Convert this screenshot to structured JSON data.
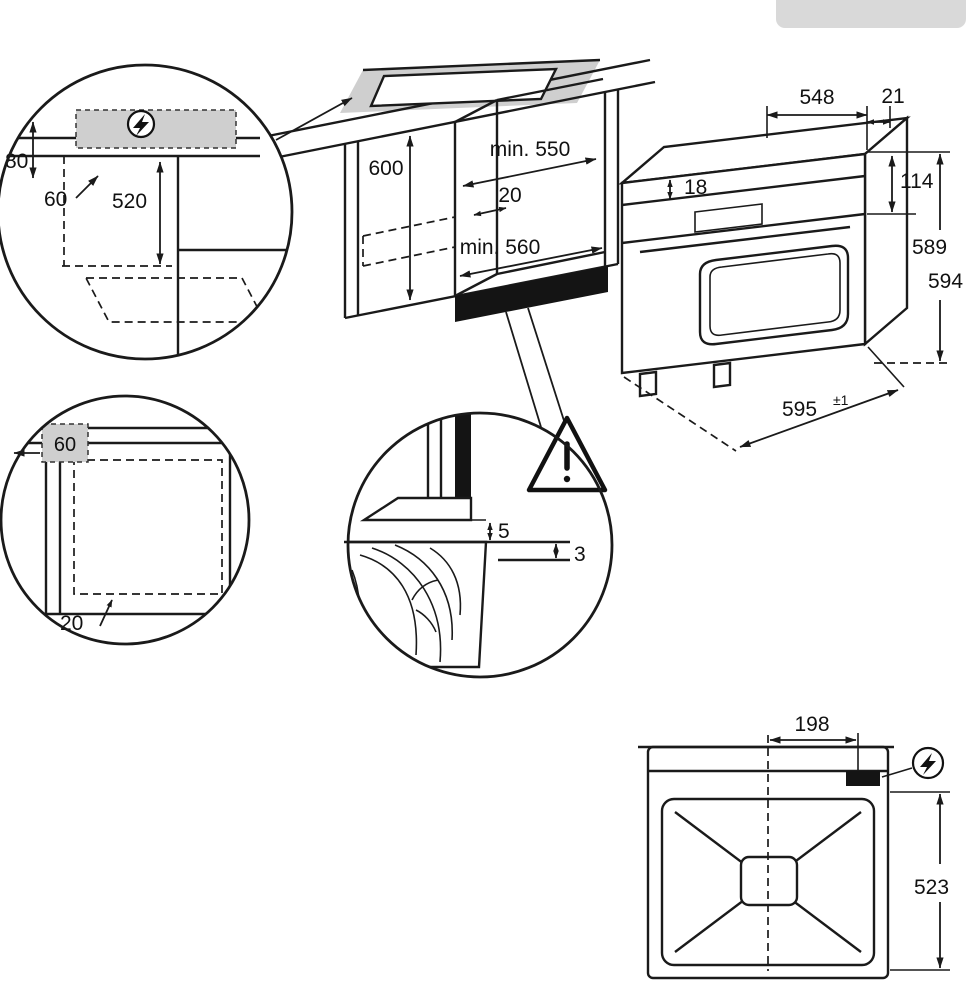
{
  "connection_detail": {
    "d80": "80",
    "d60": "60",
    "d520": "520"
  },
  "niche": {
    "d600": "600",
    "min550": "min. 550",
    "d20": "20",
    "min560": "min. 560"
  },
  "oven": {
    "d548": "548",
    "d21": "21",
    "d18": "18",
    "d114": "114",
    "d589": "589",
    "d594": "594",
    "d595": "595",
    "tol": "±1"
  },
  "base_detail": {
    "d60": "60",
    "d20": "20"
  },
  "shim_detail": {
    "d5": "5",
    "d3": "3"
  },
  "top_view": {
    "d198": "198",
    "d523": "523"
  },
  "colors": {
    "line": "#1a1a1a",
    "shade": "#cfcfcf",
    "accent_dark": "#141414",
    "badge": "#d9d9d9"
  }
}
